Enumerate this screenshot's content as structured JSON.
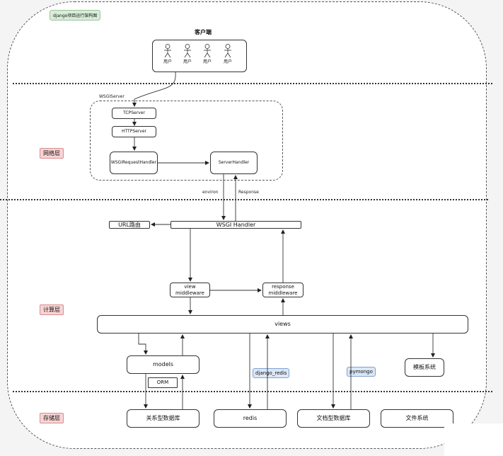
{
  "badge": "django项目运行架构图",
  "client": {
    "title": "客户端",
    "users": [
      "用户",
      "用户",
      "用户",
      "用户"
    ]
  },
  "groups": {
    "wsgi_server": "WSGIServer"
  },
  "layers": {
    "network": "网络层",
    "compute": "计算层",
    "storage": "存储层"
  },
  "nodes": {
    "tcp_server": "TCPServer",
    "http_server": "HTTPServer",
    "wsgi_request_handler": "WSGIRequestHandler",
    "server_handler": "ServerHandler",
    "wsgi_handler": "WSGI Handler",
    "url_router": "URL路由",
    "view_middleware": "view\nmiddleware",
    "response_middleware": "response\nmiddleware",
    "views": "views",
    "models": "models",
    "orm": "ORM",
    "template_system": "模板系统",
    "relational_db": "关系型数据库",
    "redis": "redis",
    "document_db": "文档型数据库",
    "file_system": "文件系统"
  },
  "edge_labels": {
    "environ": "environ",
    "response": "Response",
    "django_redis": "django_redis",
    "pymongo": "pymongo"
  }
}
